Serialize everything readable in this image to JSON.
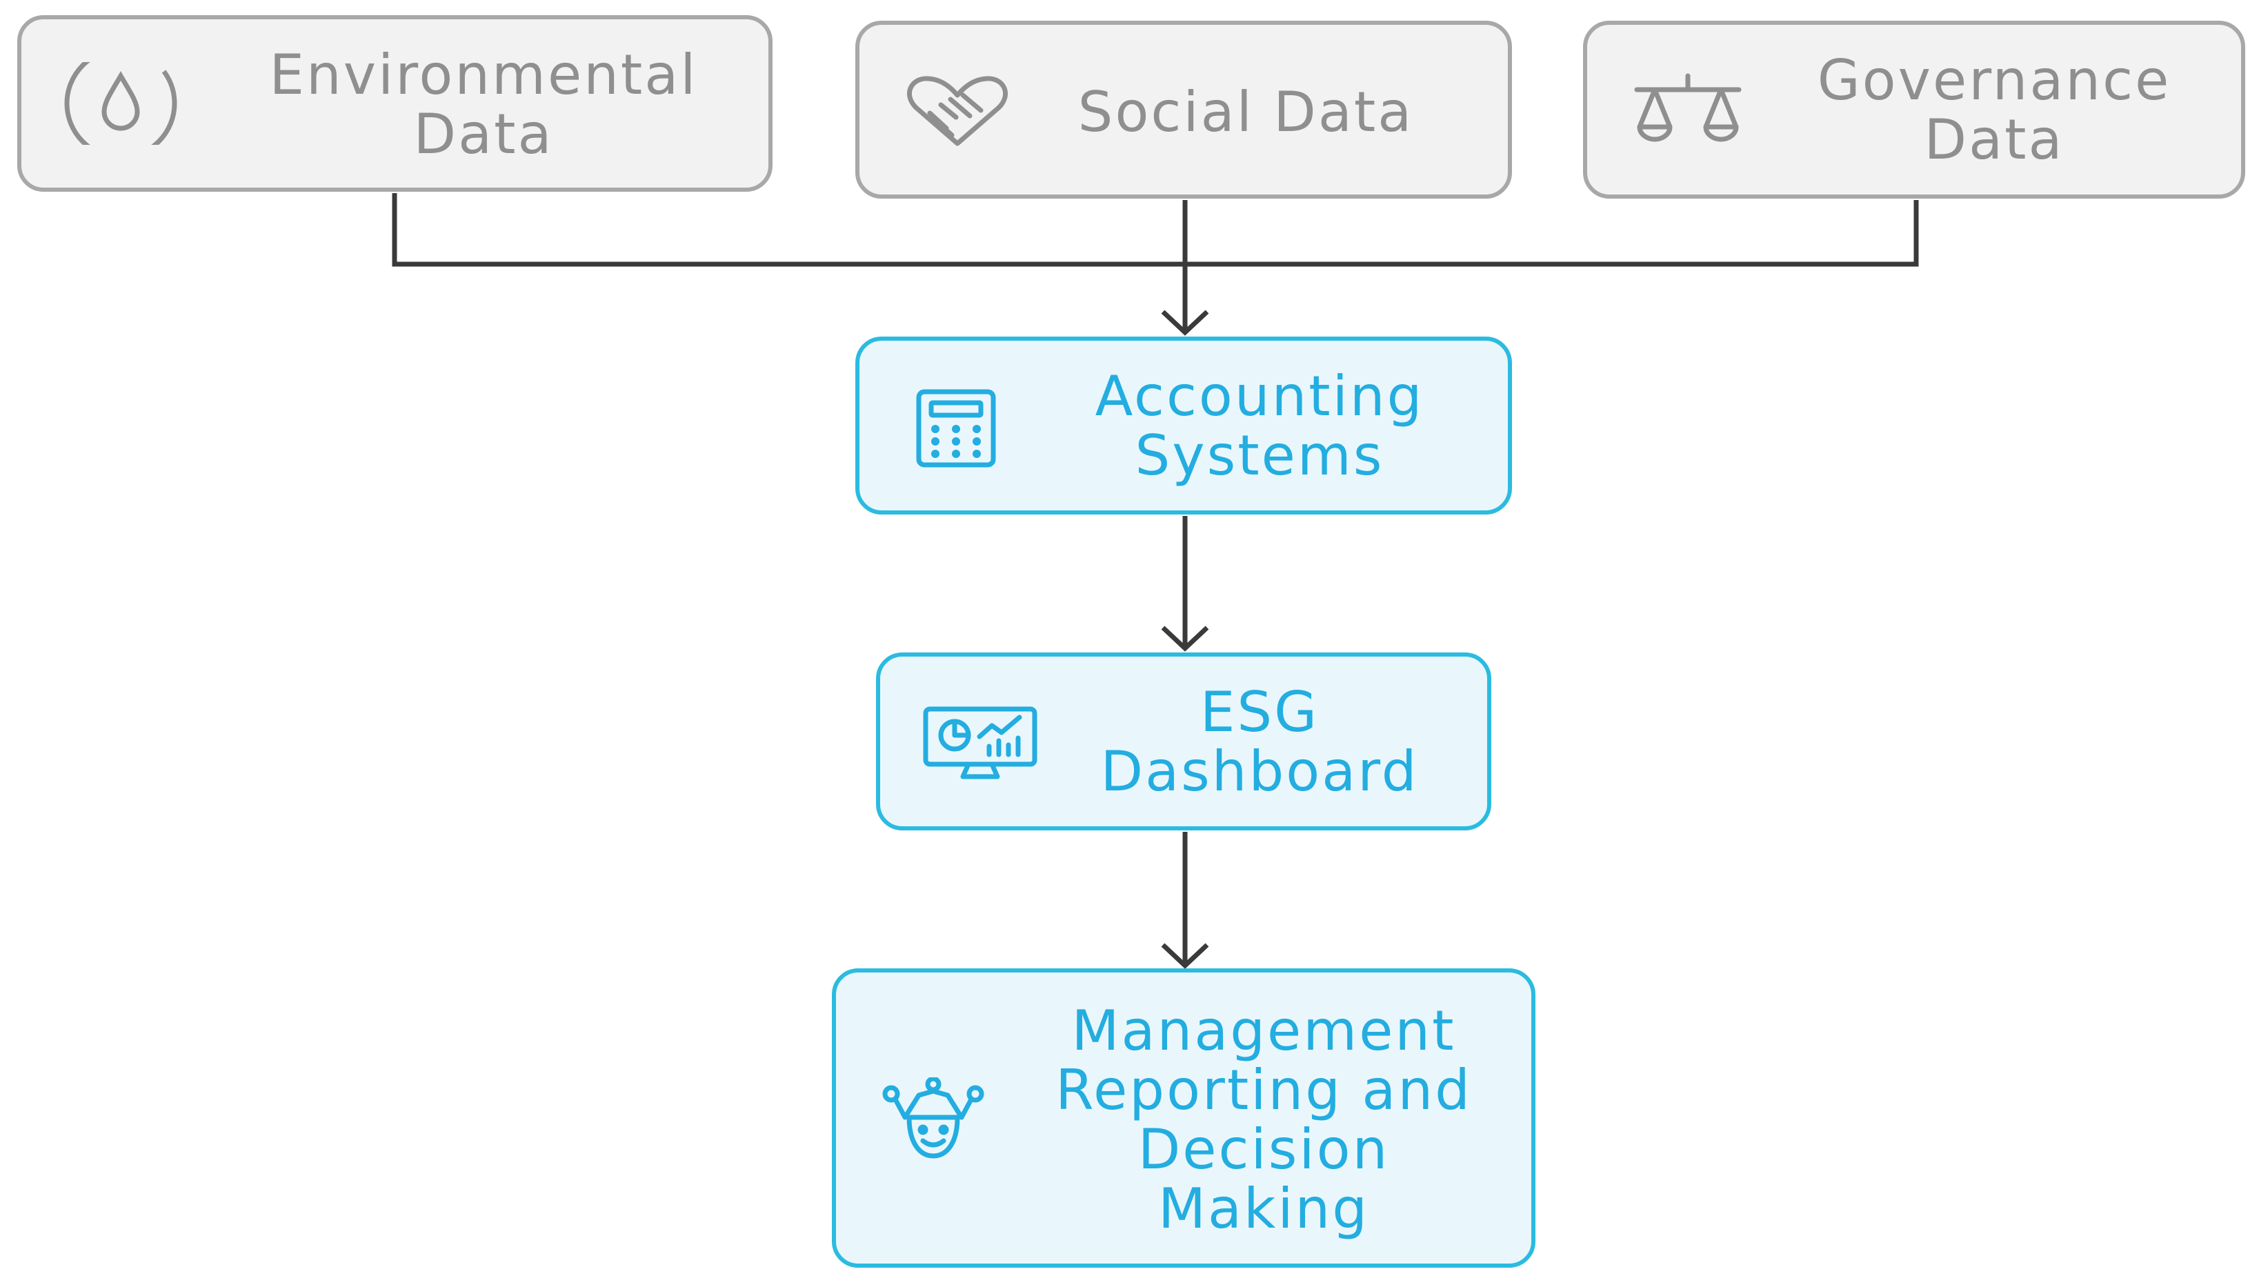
{
  "colors": {
    "gray_fill": "#f2f2f2",
    "gray_border": "#a8a8a8",
    "gray_text": "#8f8f8f",
    "blue_fill": "#e9f7fc",
    "blue_border": "#2bbbe0",
    "blue_text": "#23ade0",
    "connector": "#3a3a3a"
  },
  "nodes": {
    "environmental": {
      "lines": [
        "Environmental",
        "Data"
      ],
      "icon": "water-drop-icon"
    },
    "social": {
      "lines": [
        "Social Data"
      ],
      "icon": "handshake-heart-icon"
    },
    "governance": {
      "lines": [
        "Governance",
        "Data"
      ],
      "icon": "balance-scale-icon"
    },
    "accounting": {
      "lines": [
        "Accounting",
        "Systems"
      ],
      "icon": "calculator-icon"
    },
    "dashboard": {
      "lines": [
        "ESG",
        "Dashboard"
      ],
      "icon": "monitor-chart-icon"
    },
    "management": {
      "lines": [
        "Management",
        "Reporting and",
        "Decision",
        "Making"
      ],
      "icon": "crowned-person-icon"
    }
  },
  "edges": [
    {
      "from": "environmental",
      "to": "accounting"
    },
    {
      "from": "social",
      "to": "accounting"
    },
    {
      "from": "governance",
      "to": "accounting"
    },
    {
      "from": "accounting",
      "to": "dashboard"
    },
    {
      "from": "dashboard",
      "to": "management"
    }
  ]
}
